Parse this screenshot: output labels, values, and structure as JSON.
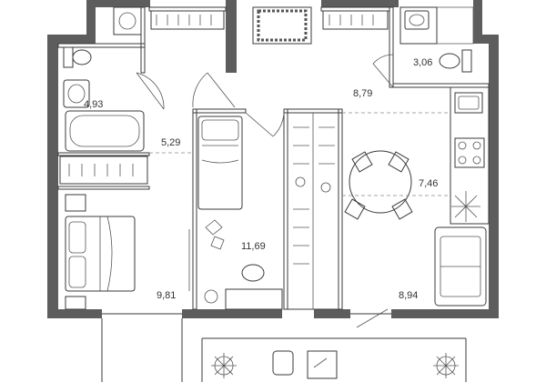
{
  "rooms": [
    {
      "id": "bathroom",
      "area": "4,93"
    },
    {
      "id": "wc",
      "area": "3,06"
    },
    {
      "id": "hall",
      "area": "5,29"
    },
    {
      "id": "corridor",
      "area": "8,79"
    },
    {
      "id": "kitchen",
      "area": "7,46"
    },
    {
      "id": "bedroom",
      "area": "9,81"
    },
    {
      "id": "children-room",
      "area": "11,69"
    },
    {
      "id": "living-room",
      "area": "8,94"
    }
  ],
  "colors": {
    "wall": "#5d5d5d",
    "line": "#3a3a3a",
    "background": "#ffffff"
  }
}
